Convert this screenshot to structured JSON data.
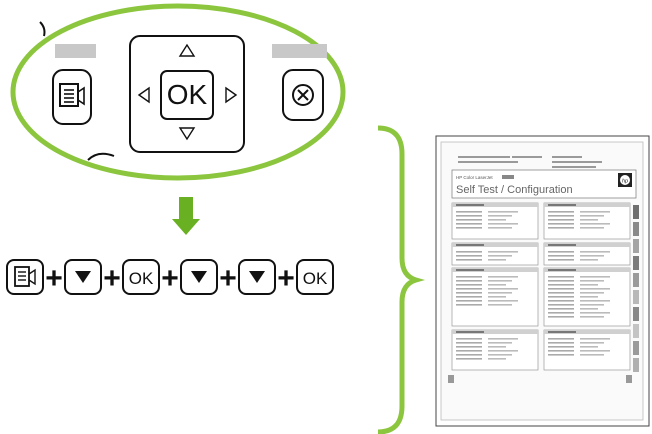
{
  "control_panel": {
    "ok_label": "OK",
    "menu_icon": "menu-icon",
    "cancel_icon": "cancel-x-icon",
    "up_icon": "up-arrow-icon",
    "down_icon": "down-arrow-icon",
    "left_icon": "left-arrow-icon",
    "right_icon": "right-arrow-icon"
  },
  "sequence": {
    "steps": [
      {
        "kind": "menu",
        "icon": "menu-icon"
      },
      {
        "kind": "down",
        "icon": "down-arrow-icon"
      },
      {
        "kind": "ok",
        "label": "OK"
      },
      {
        "kind": "down",
        "icon": "down-arrow-icon"
      },
      {
        "kind": "down",
        "icon": "down-arrow-icon"
      },
      {
        "kind": "ok",
        "label": "OK"
      }
    ],
    "operator": "+"
  },
  "report": {
    "printer_name": "HP Color LaserJet",
    "title": "Self Test / Configuration",
    "logo": "hp-logo"
  },
  "colors": {
    "accent_green": "#8cc63f",
    "arrow_green": "#6ab023",
    "line_black": "#1a1a1a",
    "key_gray": "#c8c8c8"
  }
}
